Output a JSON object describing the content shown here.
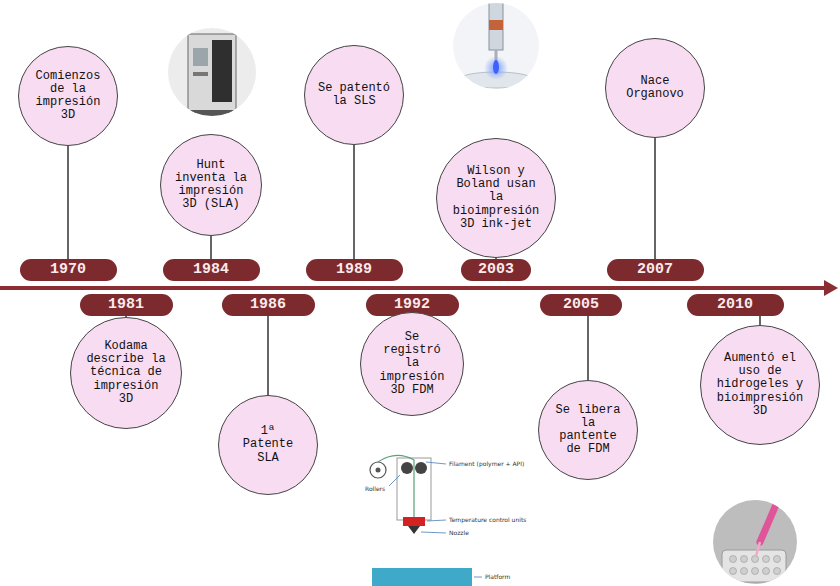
{
  "diagram": {
    "nodes": [
      {
        "text": [
          "1970"
        ]
      },
      {
        "text": [
          "Comienzos de la impresión 3D"
        ]
      },
      {
        "text": [
          "1981"
        ]
      },
      {
        "text": [
          "Kodama describe la técnica de impresión 3D"
        ]
      },
      {
        "text": [
          "1984"
        ]
      },
      {
        "text": [
          "Hunt inventa la impresión 3D (SLA)"
        ]
      },
      {
        "text": [
          "1986"
        ]
      },
      {
        "text": [
          "1ª Patente SLA"
        ]
      },
      {
        "text": [
          "1989"
        ]
      },
      {
        "text": [
          "Se patentó la SLS"
        ]
      },
      {
        "text": [
          "1992"
        ]
      },
      {
        "text": [
          "Se registró la impresión 3D FDM"
        ]
      },
      {
        "text": [
          "2003"
        ]
      },
      {
        "text": [
          "Wilson y Boland usan la bioimpresión 3D ink-jet"
        ]
      },
      {
        "text": [
          "2005"
        ]
      },
      {
        "text": [
          "Se libera la pantente de FDM"
        ]
      },
      {
        "text": [
          "2007"
        ]
      },
      {
        "text": [
          "Nace Organovo"
        ]
      },
      {
        "text": [
          "2010"
        ]
      },
      {
        "text": [
          "Aumentó el uso de hidrogeles y bioimpresión 3D"
        ]
      }
    ],
    "edges": [
      {
        "from": 1,
        "to": 0,
        "arrow": "none"
      },
      {
        "from": 3,
        "to": 2,
        "arrow": "none"
      },
      {
        "from": 5,
        "to": 4,
        "arrow": "none"
      },
      {
        "from": 7,
        "to": 6,
        "arrow": "none"
      },
      {
        "from": 9,
        "to": 8,
        "arrow": "none"
      },
      {
        "from": 11,
        "to": 10,
        "arrow": "none"
      },
      {
        "from": 13,
        "to": 12,
        "arrow": "none"
      },
      {
        "from": 15,
        "to": 14,
        "arrow": "none"
      },
      {
        "from": 17,
        "to": 16,
        "arrow": "none"
      },
      {
        "from": 19,
        "to": 18,
        "arrow": "none"
      }
    ],
    "labels": [
      "Filament (polymer + API)",
      "Rollers",
      "Temperature control units",
      "Nozzle",
      "Platform"
    ]
  }
}
